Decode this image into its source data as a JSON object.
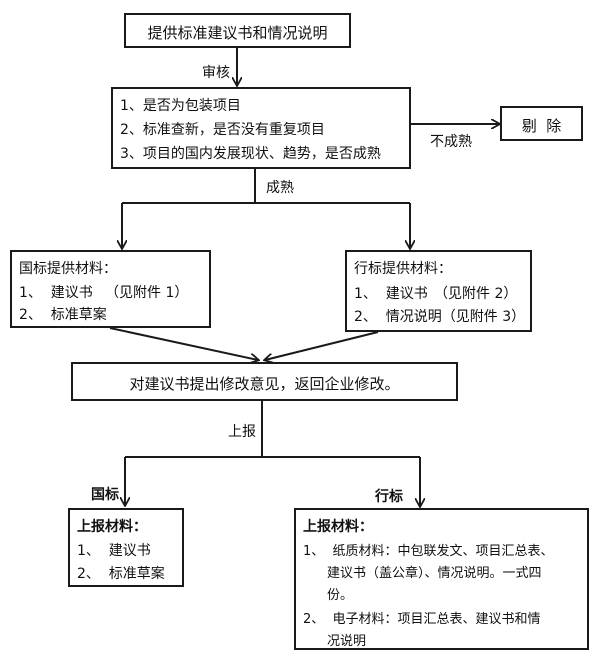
{
  "step1": {
    "text": "提供标准建议书和情况说明"
  },
  "label_review": "审核",
  "step2": {
    "items": [
      "1、是否为包装项目",
      "2、标准查新，是否没有重复项目",
      "3、项目的国内发展现状、趋势，是否成熟"
    ]
  },
  "label_immature": "不成熟",
  "reject": {
    "text": "剔  除"
  },
  "label_mature": "成熟",
  "national_materials": {
    "title": "国标提供材料：",
    "item1_label": "1、  建议书",
    "item1_note": "（见附件 1）",
    "item2_label": "2、  标准草案"
  },
  "industry_materials": {
    "title": "行标提供材料：",
    "item1_label": "1、  建议书",
    "item1_note": "（见附件 2）",
    "item2_label": "2、  情况说明（见附件 3）"
  },
  "feedback": {
    "text": "对建议书提出修改意见，返回企业修改。"
  },
  "label_report": "上报",
  "label_national": "国标",
  "label_industry": "行标",
  "national_report": {
    "title": "上报材料：",
    "item1": "1、  建议书",
    "item2": "2、  标准草案"
  },
  "industry_report": {
    "title": "上报材料：",
    "item1_lines": [
      "1、  纸质材料：中包联发文、项目汇总表、",
      "建议书（盖公章）、情况说明。一式四",
      "份。"
    ],
    "item2_lines": [
      "2、  电子材料：项目汇总表、建议书和情",
      "况说明"
    ]
  }
}
